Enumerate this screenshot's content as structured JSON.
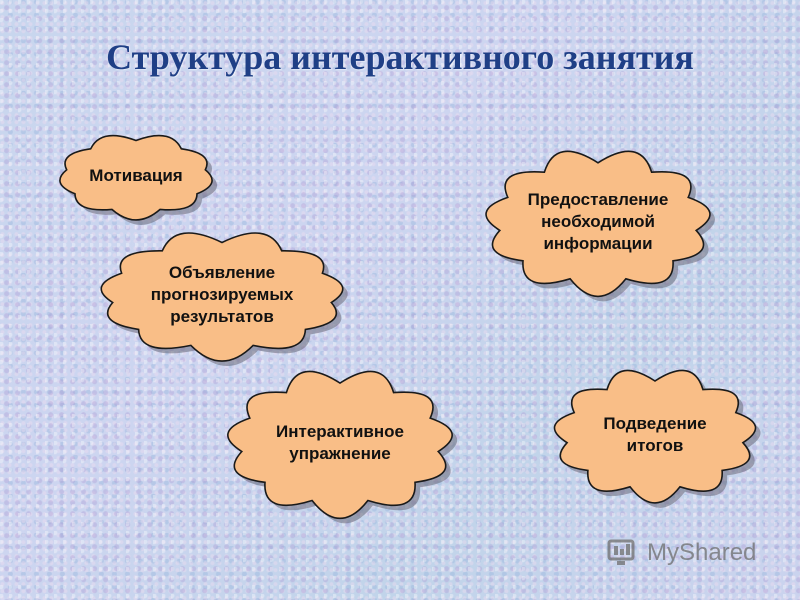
{
  "title": "Структура интерактивного занятия",
  "clouds": [
    {
      "id": "motivation",
      "label": "Мотивация"
    },
    {
      "id": "expected-results",
      "label": "Объявление\nпрогнозируемых\nрезультатов"
    },
    {
      "id": "information",
      "label": "Предоставление\nнеобходимой\nинформации"
    },
    {
      "id": "exercise",
      "label": "Интерактивное\nупражнение"
    },
    {
      "id": "summary",
      "label": "Подведение\nитогов"
    }
  ],
  "colors": {
    "title": "#1f3f86",
    "cloud_fill": "#f9be87",
    "cloud_outline": "#1a1a1a",
    "cloud_shadow": "#6a6a7a"
  },
  "logo": {
    "text": "MyShared",
    "icon": "myshared-logo-icon"
  }
}
